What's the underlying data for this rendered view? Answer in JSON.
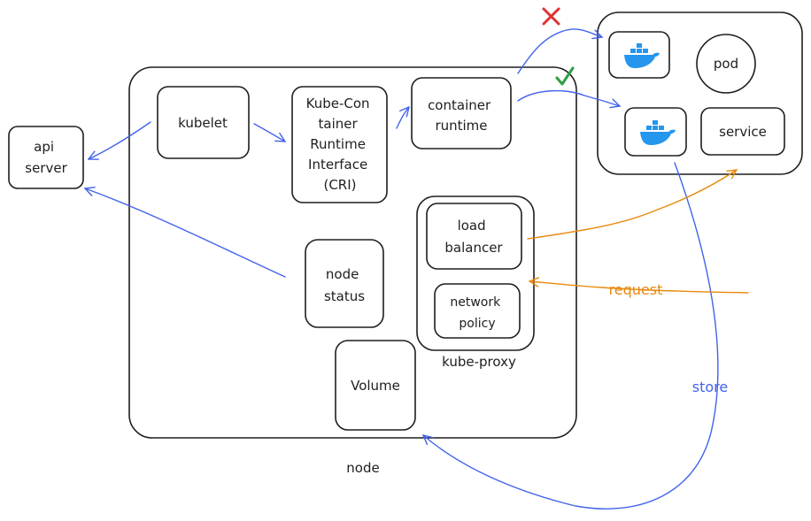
{
  "colors": {
    "stroke": "#1e1e1e",
    "blue_arrow": "#4263eb",
    "orange_arrow": "#e8890c",
    "docker_blue": "#2496ed",
    "cross_red": "#e03131",
    "check_green": "#2f9e44"
  },
  "labels": {
    "api_server": [
      "api",
      "server"
    ],
    "kubelet": "kubelet",
    "cri": [
      "Kube-Con",
      "tainer",
      "Runtime",
      "Interface",
      "(CRI)"
    ],
    "container_runtime": [
      "container",
      "runtime"
    ],
    "load_balancer": [
      "load",
      "balancer"
    ],
    "network_policy": [
      "network",
      "policy"
    ],
    "kube_proxy": "kube-proxy",
    "node_status": [
      "node",
      "status"
    ],
    "volume": "Volume",
    "node": "node",
    "pod": "pod",
    "service": "service",
    "request": "request",
    "store": "store"
  },
  "icons": {
    "docker_top": "docker-whale-icon",
    "docker_bottom": "docker-whale-icon",
    "failure_mark": "cross-icon",
    "success_mark": "check-icon"
  }
}
